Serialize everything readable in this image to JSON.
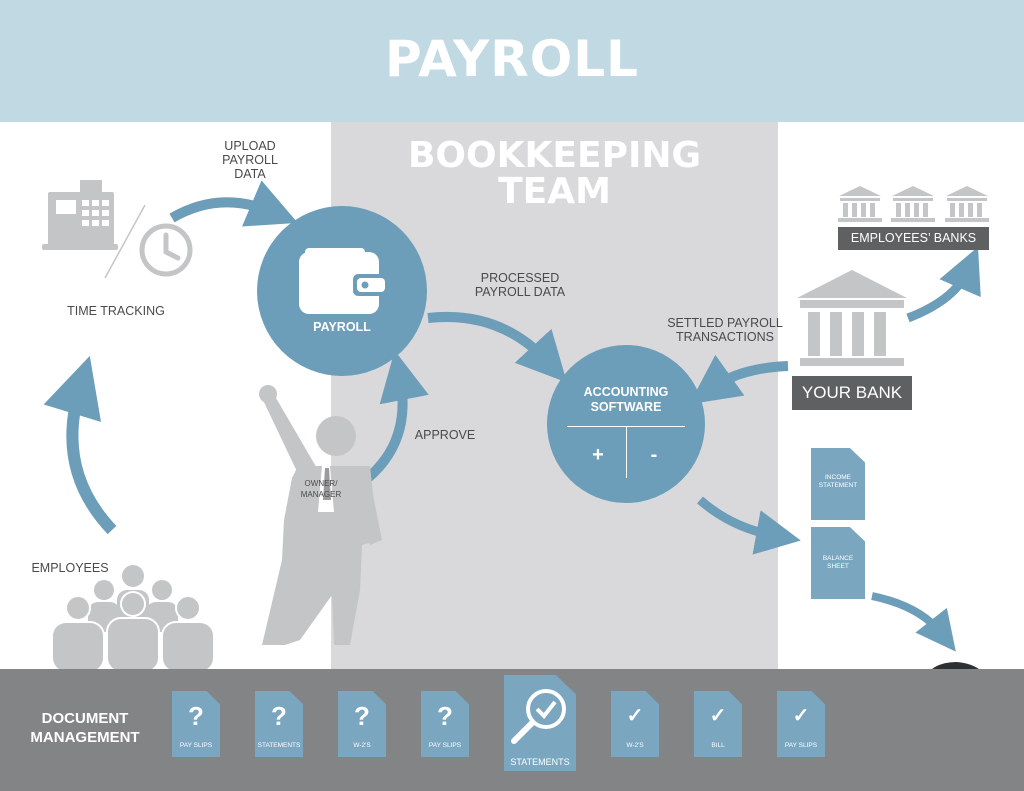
{
  "header": {
    "title": "PAYROLL"
  },
  "team": {
    "title_line1": "BOOKKEEPING",
    "title_line2": "TEAM"
  },
  "labels": {
    "upload_line1": "UPLOAD",
    "upload_line2": "PAYROLL",
    "upload_line3": "DATA",
    "time_tracking": "TIME TRACKING",
    "processed_line1": "PROCESSED",
    "processed_line2": "PAYROLL DATA",
    "settled_line1": "SETTLED PAYROLL",
    "settled_line2": "TRANSACTIONS",
    "approve": "APPROVE",
    "owner_line1": "OWNER/",
    "owner_line2": "MANAGER",
    "employees": "EMPLOYEES"
  },
  "payroll_circle": {
    "label": "PAYROLL"
  },
  "accounting": {
    "line1": "ACCOUNTING",
    "line2": "SOFTWARE",
    "plus": "+",
    "minus": "-"
  },
  "banks": {
    "employees_banks": "EMPLOYEES’ BANKS",
    "your_bank": "YOUR BANK"
  },
  "reports": {
    "income_line1": "INCOME",
    "income_line2": "STATEMENT",
    "balance_line1": "BALANCE",
    "balance_line2": "SHEET"
  },
  "footer": {
    "title_line1": "DOCUMENT",
    "title_line2": "MANAGEMENT",
    "docs": [
      {
        "mark": "?",
        "label": "PAY SLIPS"
      },
      {
        "mark": "?",
        "label": "STATEMENTS"
      },
      {
        "mark": "?",
        "label": "W-2'S"
      },
      {
        "mark": "?",
        "label": "PAY SLIPS"
      },
      {
        "mark": "",
        "label": "STATEMENTS"
      },
      {
        "mark": "✓",
        "label": "W-2'S"
      },
      {
        "mark": "✓",
        "label": "BILL"
      },
      {
        "mark": "✓",
        "label": "PAY SLIPS"
      }
    ]
  },
  "colors": {
    "blue": "#6c9db9",
    "light_blue": "#c1d9e3",
    "grey_icon": "#c4c5c7",
    "panel": "#d9d9db",
    "footer": "#838486"
  }
}
